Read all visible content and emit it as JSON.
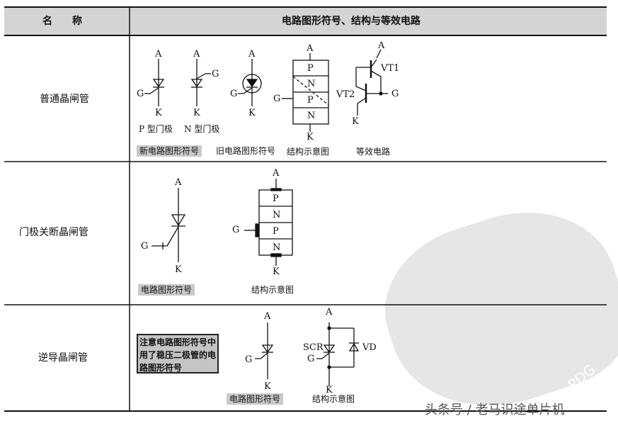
{
  "header": {
    "col1": "名　　称",
    "col2": "电路图形符号、结构与等效电路"
  },
  "pins": {
    "a": "A",
    "k": "K",
    "g": "G",
    "p": "P",
    "n": "N",
    "vt1": "VT1",
    "vt2": "VT2",
    "scr": "SCR",
    "vd": "VD"
  },
  "rows": [
    {
      "name": "普通晶闸管",
      "captions": {
        "p_gate": "P 型门极",
        "n_gate": "N 型门极",
        "new_symbol": "新电路图形符号",
        "old_symbol": "旧电路图形符号",
        "structure": "结构示意图",
        "equivalent": "等效电路"
      }
    },
    {
      "name": "门极关断晶闸管",
      "captions": {
        "symbol": "电路图形符号",
        "structure": "结构示意图"
      }
    },
    {
      "name": "逆导晶闸管",
      "note": "注意电路图形符号中用了稳压二极管的电路图形符号",
      "captions": {
        "symbol": "电路图形符号",
        "structure": "结构示意图"
      }
    }
  ],
  "watermark": {
    "text": "PDG",
    "credit": "头条号 / 老马识途单片机"
  }
}
